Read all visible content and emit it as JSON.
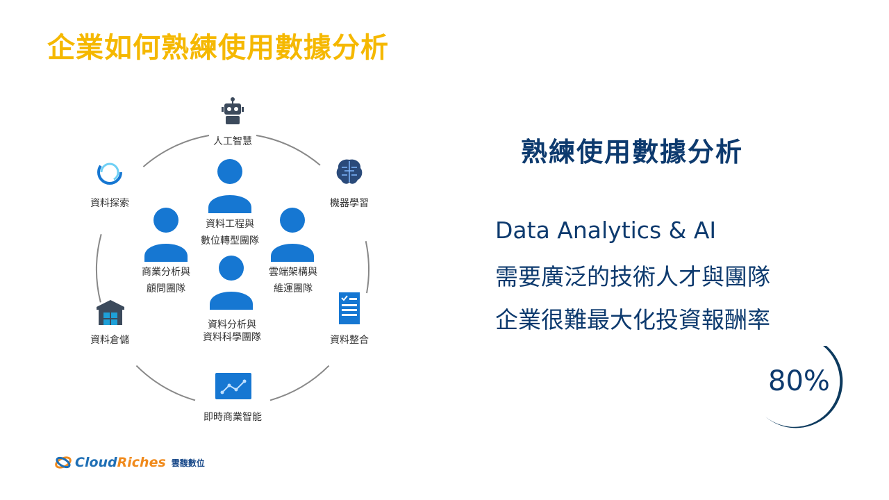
{
  "title": "企業如何熟練使用數據分析",
  "diagram": {
    "nodes": [
      {
        "label": "人工智慧",
        "icon": "robot-icon"
      },
      {
        "label": "機器學習",
        "icon": "brain-icon"
      },
      {
        "label": "資料整合",
        "icon": "document-checklist-icon"
      },
      {
        "label": "即時商業智能",
        "icon": "line-chart-icon"
      },
      {
        "label": "資料倉儲",
        "icon": "warehouse-icon"
      },
      {
        "label": "資料探索",
        "icon": "circular-progress-icon"
      }
    ],
    "teams": [
      {
        "line1": "資料工程與",
        "line2": "數位轉型團隊"
      },
      {
        "line1": "商業分析與",
        "line2": "顧問團隊"
      },
      {
        "line1": "雲端架構與",
        "line2": "維運團隊"
      },
      {
        "line1": "資料分析與",
        "line2": "資料科學團隊"
      }
    ]
  },
  "right": {
    "subtitle": "熟練使用數據分析",
    "lines": [
      "Data Analytics & AI",
      "需要廣泛的技術人才與團隊",
      "企業很難最大化投資報酬率"
    ],
    "percent": "80%",
    "percent_value": 80
  },
  "logo": {
    "brand_a": "Cloud",
    "brand_b": "Riches",
    "cn": "雲馥數位"
  },
  "colors": {
    "title": "#f5b800",
    "navy": "#0d3a6e",
    "person": "#1677d2",
    "arc": "#888888"
  }
}
